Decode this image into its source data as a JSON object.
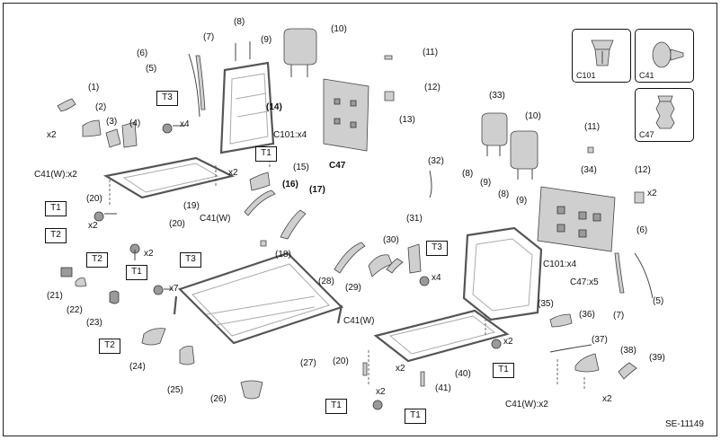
{
  "diagram_id": "SE-11149",
  "legend": [
    {
      "code": "C101",
      "icon": "clip-c101-icon"
    },
    {
      "code": "C41",
      "icon": "clip-c41-icon"
    },
    {
      "code": "C47",
      "icon": "clip-c47-icon"
    }
  ],
  "torque": {
    "t1": "T1",
    "t2": "T2",
    "t3": "T3"
  },
  "callouts": {
    "c1": "(1)",
    "c2l": "(2)",
    "c3l": "(3)",
    "c4l": "(4)",
    "c5l": "(5)",
    "c6l": "(6)",
    "c7l": "(7)",
    "c8l": "(8)",
    "c9l": "(9)",
    "c10l": "(10)",
    "c11l": "(11)",
    "c12l": "(12)",
    "c13l": "(13)",
    "c14l": "(14)",
    "c15l": "(15)",
    "c16l": "(16)",
    "c17l": "(17)",
    "c18l": "(18)",
    "c19l": "(19)",
    "c20al": "(20)",
    "c20bl": "(20)",
    "c21l": "(21)",
    "c22l": "(22)",
    "c23l": "(23)",
    "c24l": "(24)",
    "c25l": "(25)",
    "c26l": "(26)",
    "c27l": "(27)",
    "c28l": "(28)",
    "c29l": "(29)",
    "c30l": "(30)",
    "c31l": "(31)",
    "c32l": "(32)",
    "c33l": "(33)",
    "c10r": "(10)",
    "c11r": "(11)",
    "c34l": "(34)",
    "c12r": "(12)",
    "c8r": "(8)",
    "c9r": "(9)",
    "c8r2": "(8)",
    "c9r2": "(9)",
    "c6r": "(6)",
    "c7r": "(7)",
    "c5r": "(5)",
    "c35l": "(35)",
    "c36l": "(36)",
    "c37l": "(37)",
    "c38l": "(38)",
    "c39l": "(39)",
    "c40l": "(40)",
    "c41l": "(41)",
    "c20r": "(20)"
  },
  "qty": {
    "x2": "x2",
    "x4": "x4",
    "x7": "x7",
    "x5": "x5"
  },
  "clips": {
    "c41w_x2": "C41(W):x2",
    "c101_x4": "C101:x4",
    "c47": "C47",
    "c41w": "C41(W)",
    "c47_x5": "C47:x5"
  }
}
